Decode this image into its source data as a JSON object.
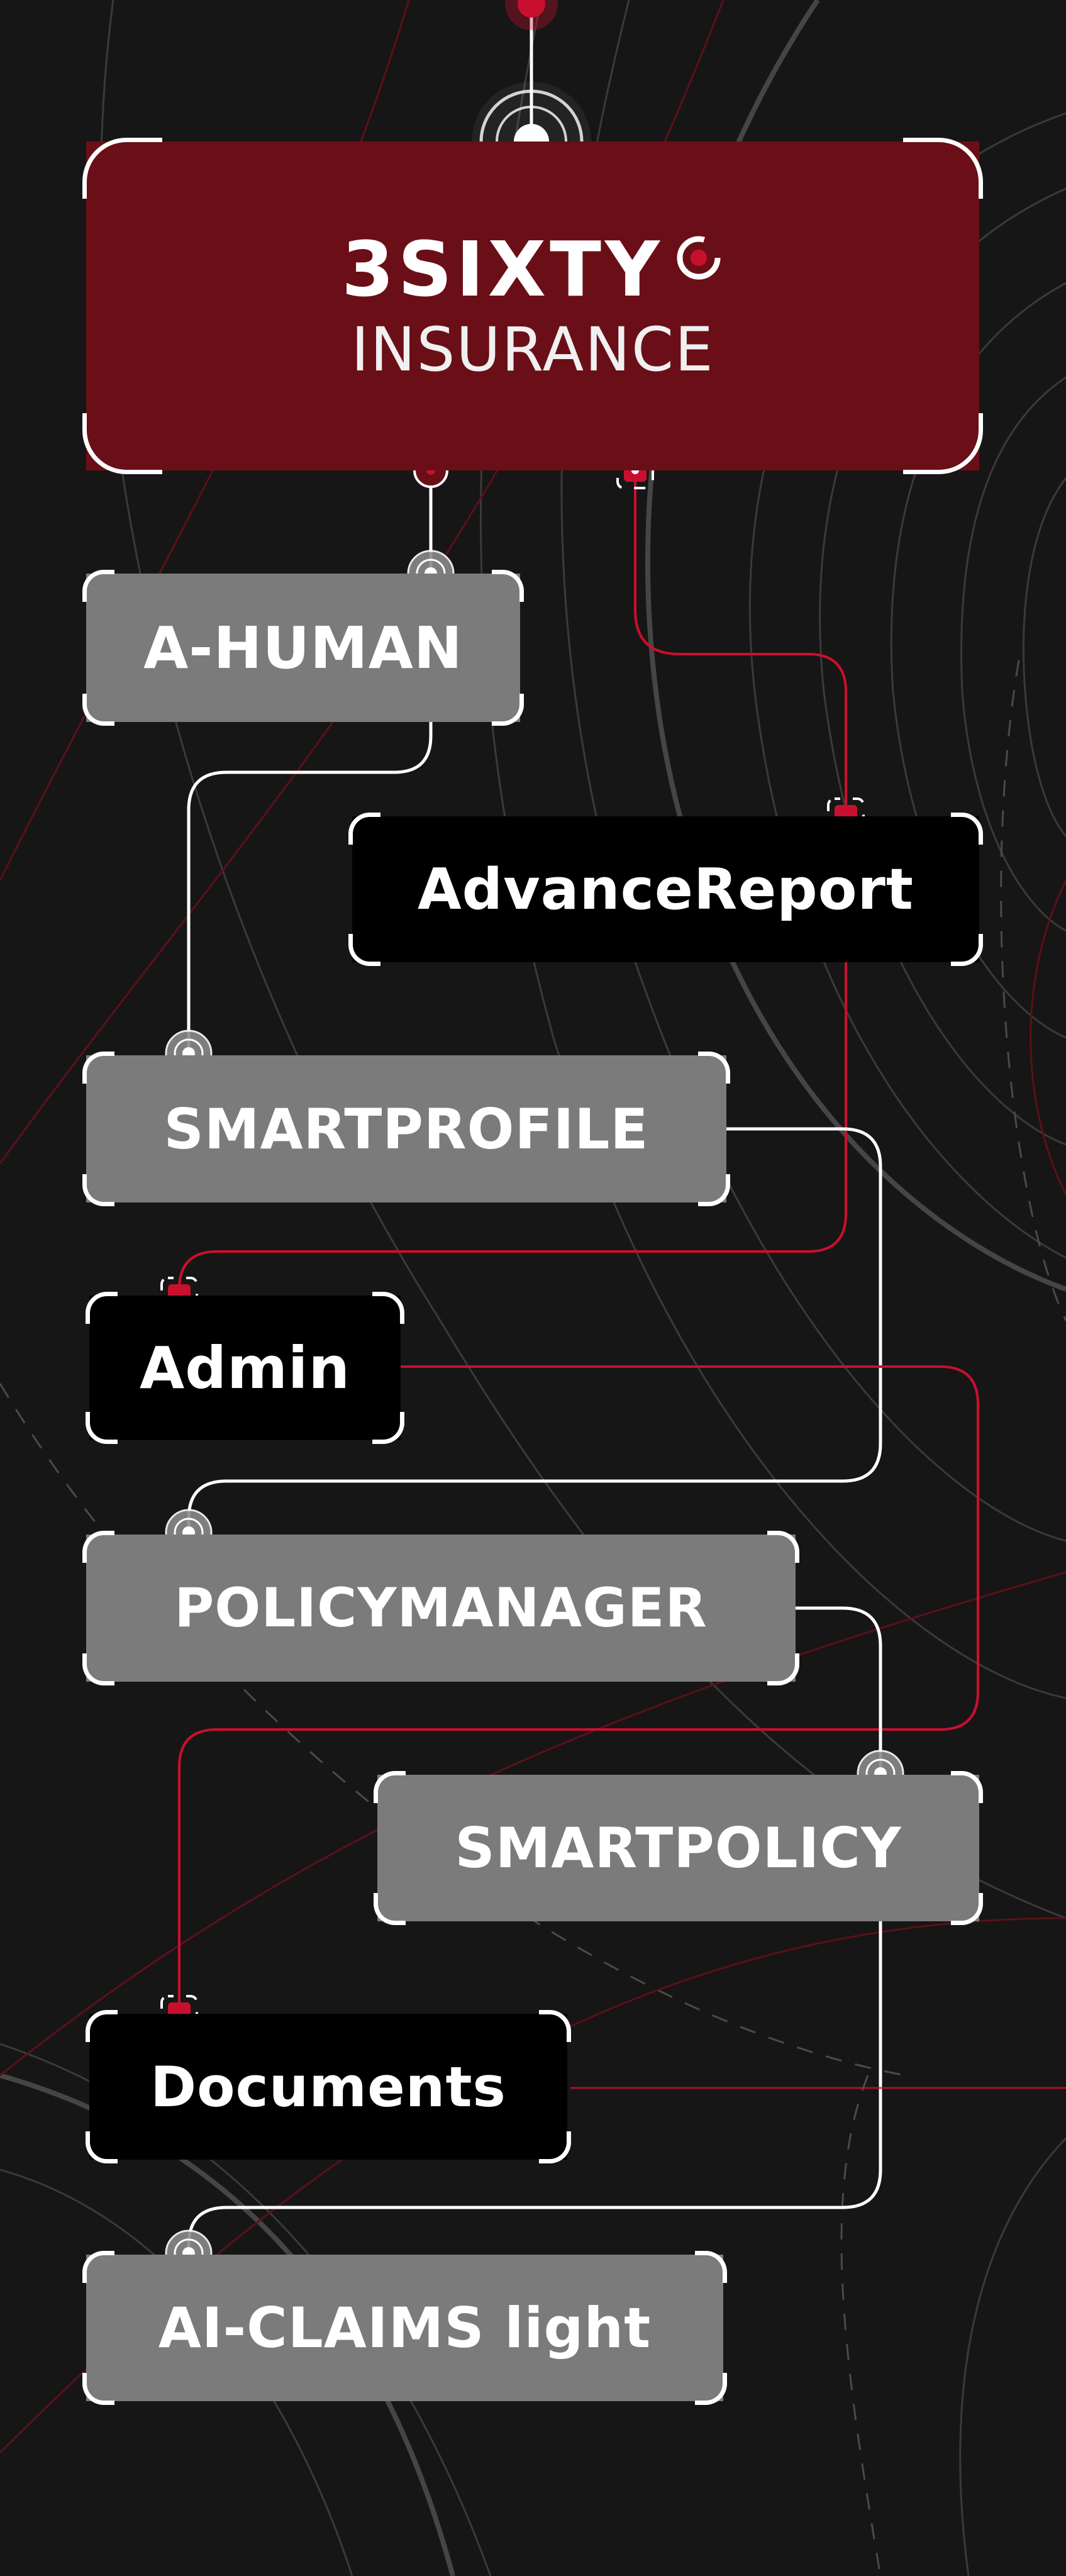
{
  "diagram": {
    "root": {
      "logo_main": "3SIXTY",
      "logo_sub": "INSURANCE"
    },
    "nodes": [
      {
        "id": "a-human",
        "label": "A-HUMAN",
        "style": "gray"
      },
      {
        "id": "advancereport",
        "label": "AdvanceReport",
        "style": "black"
      },
      {
        "id": "smartprofile",
        "label": "SMARTPROFILE",
        "style": "gray"
      },
      {
        "id": "admin",
        "label": "Admin",
        "style": "black"
      },
      {
        "id": "policymanager",
        "label": "POLICYMANAGER",
        "style": "gray"
      },
      {
        "id": "smartpolicy",
        "label": "SMARTPOLICY",
        "style": "gray"
      },
      {
        "id": "documents",
        "label": "Documents",
        "style": "black"
      },
      {
        "id": "ai-claims-light",
        "label": "AI-CLAIMS light",
        "style": "gray"
      }
    ],
    "edges": [
      {
        "from": "3sixty-insurance",
        "to": "a-human",
        "color": "white"
      },
      {
        "from": "3sixty-insurance",
        "to": "advancereport",
        "color": "red"
      },
      {
        "from": "a-human",
        "to": "smartprofile",
        "color": "white"
      },
      {
        "from": "advancereport",
        "to": "admin",
        "color": "red"
      },
      {
        "from": "smartprofile",
        "to": "policymanager",
        "color": "white"
      },
      {
        "from": "admin",
        "to": "documents",
        "color": "red"
      },
      {
        "from": "policymanager",
        "to": "smartpolicy",
        "color": "white"
      },
      {
        "from": "smartpolicy",
        "to": "ai-claims-light",
        "color": "white"
      }
    ],
    "colors": {
      "background": "#161616",
      "brand_red": "#6a0f17",
      "accent_red": "#c8102e",
      "gray_box": "#7b7b7b",
      "black_box": "#000000",
      "white": "#ffffff"
    }
  }
}
